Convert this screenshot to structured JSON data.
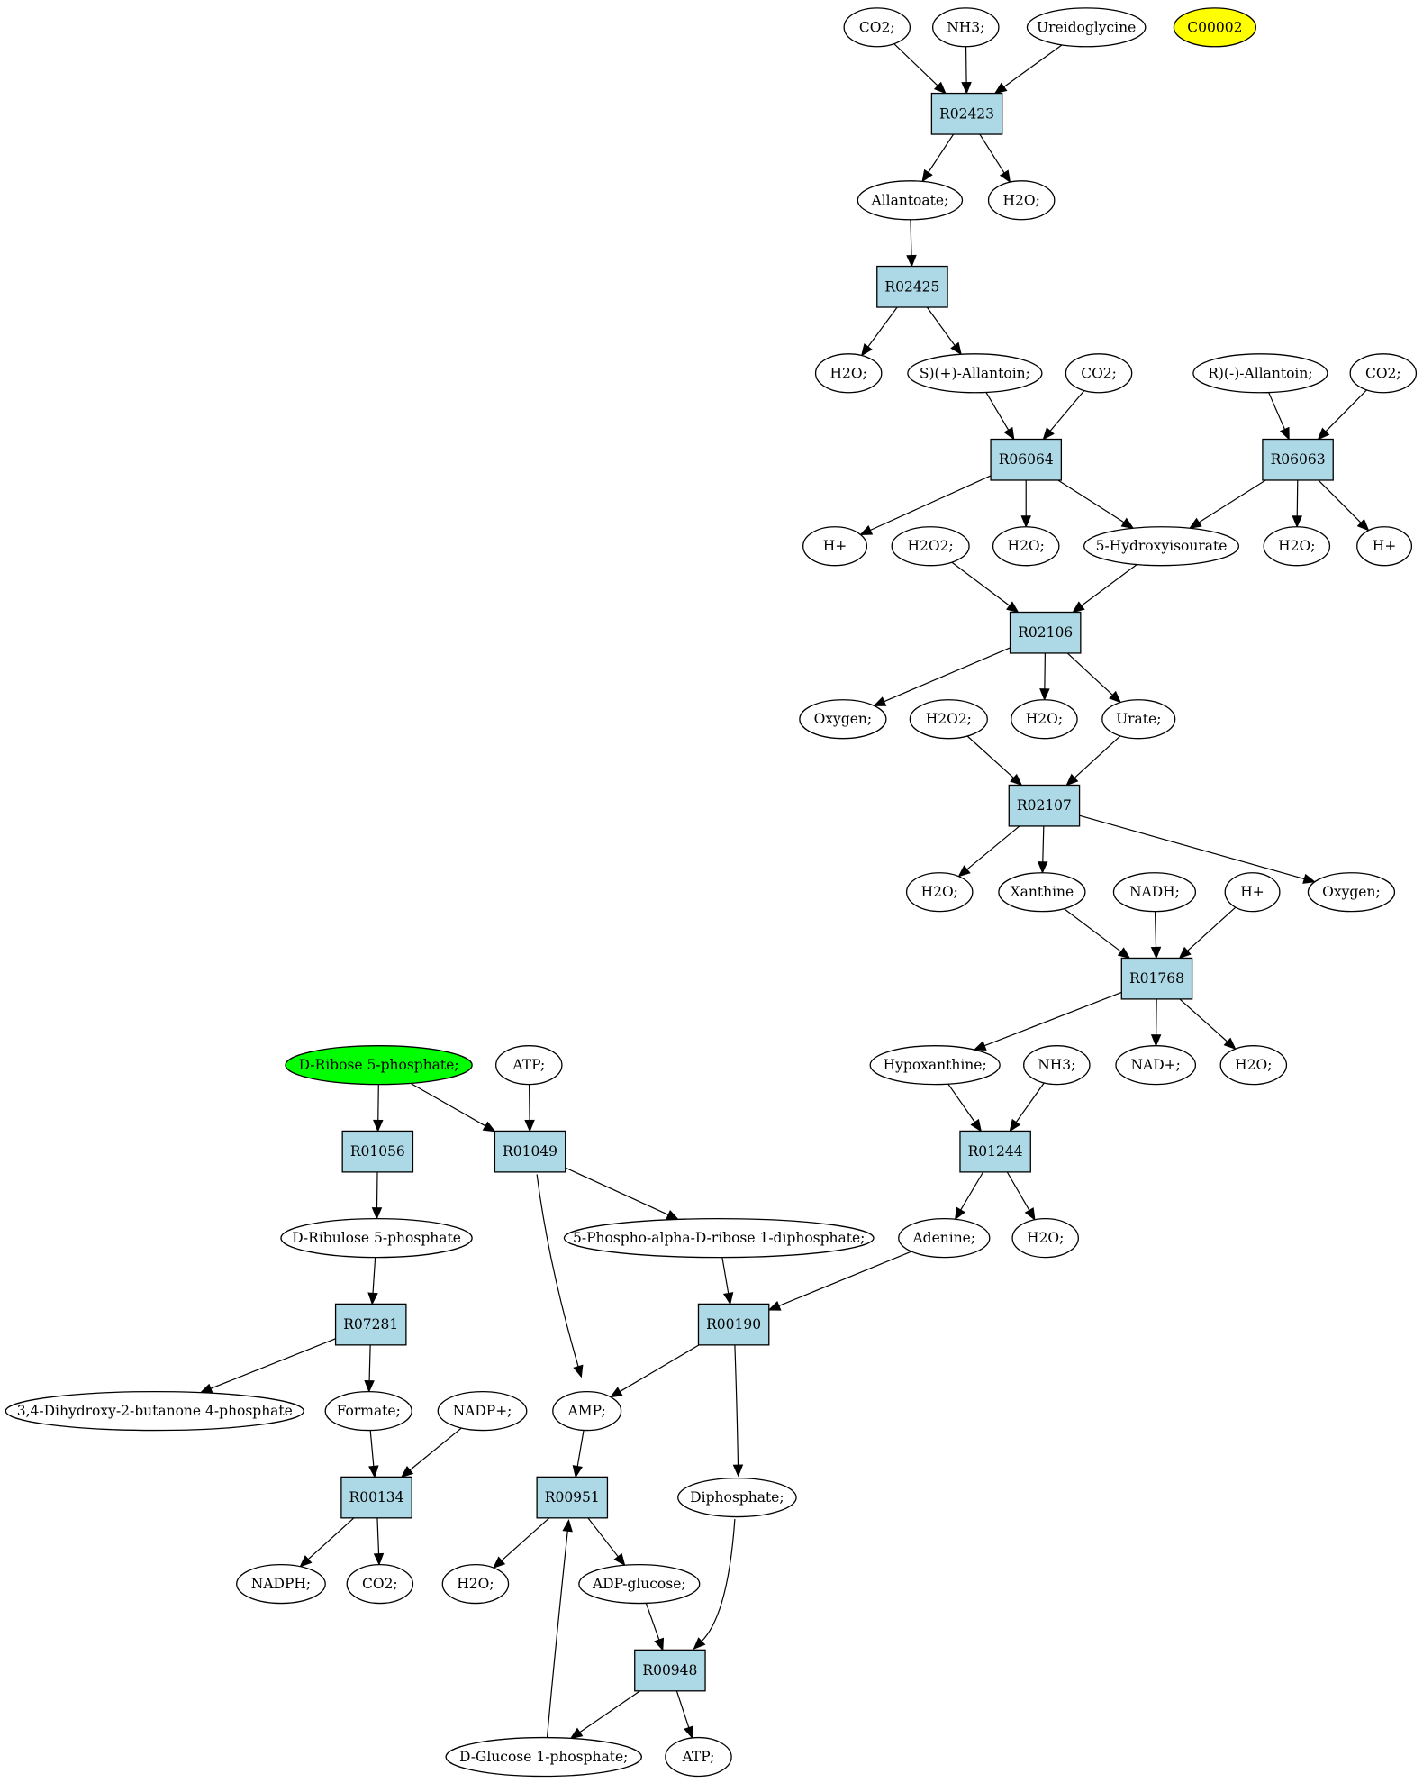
{
  "colors": {
    "reaction_fill": "#add8e6",
    "compound_fill": "#ffffff",
    "source_fill": "#00ff00",
    "target_fill": "#ffff00",
    "stroke": "#000000"
  },
  "nodes": {
    "c_co2_1": {
      "label": "CO2;",
      "kind": "compound"
    },
    "c_nh3_1": {
      "label": "NH3;",
      "kind": "compound"
    },
    "c_ureidoglycine": {
      "label": "Ureidoglycine",
      "kind": "compound"
    },
    "c_c00002": {
      "label": "C00002",
      "kind": "target"
    },
    "r_R02423": {
      "label": "R02423",
      "kind": "reaction"
    },
    "c_allantoate": {
      "label": "Allantoate;",
      "kind": "compound"
    },
    "c_h2o_1": {
      "label": "H2O;",
      "kind": "compound"
    },
    "r_R02425": {
      "label": "R02425",
      "kind": "reaction"
    },
    "c_h2o_2": {
      "label": "H2O;",
      "kind": "compound"
    },
    "c_s_allantoin": {
      "label": "S)(+)-Allantoin;",
      "kind": "compound"
    },
    "c_co2_2": {
      "label": "CO2;",
      "kind": "compound"
    },
    "c_r_allantoin": {
      "label": "R)(-)-Allantoin;",
      "kind": "compound"
    },
    "c_co2_3": {
      "label": "CO2;",
      "kind": "compound"
    },
    "r_R06064": {
      "label": "R06064",
      "kind": "reaction"
    },
    "r_R06063": {
      "label": "R06063",
      "kind": "reaction"
    },
    "c_hplus_1": {
      "label": "H+",
      "kind": "compound"
    },
    "c_h2o2_1": {
      "label": "H2O2;",
      "kind": "compound"
    },
    "c_h2o_3": {
      "label": "H2O;",
      "kind": "compound"
    },
    "c_hydroxyisourate": {
      "label": "5-Hydroxyisourate",
      "kind": "compound"
    },
    "c_h2o_4": {
      "label": "H2O;",
      "kind": "compound"
    },
    "c_hplus_2": {
      "label": "H+",
      "kind": "compound"
    },
    "r_R02106": {
      "label": "R02106",
      "kind": "reaction"
    },
    "c_oxygen_1": {
      "label": "Oxygen;",
      "kind": "compound"
    },
    "c_h2o2_2": {
      "label": "H2O2;",
      "kind": "compound"
    },
    "c_h2o_5": {
      "label": "H2O;",
      "kind": "compound"
    },
    "c_urate": {
      "label": "Urate;",
      "kind": "compound"
    },
    "r_R02107": {
      "label": "R02107",
      "kind": "reaction"
    },
    "c_h2o_6": {
      "label": "H2O;",
      "kind": "compound"
    },
    "c_xanthine": {
      "label": "Xanthine",
      "kind": "compound"
    },
    "c_nadh": {
      "label": "NADH;",
      "kind": "compound"
    },
    "c_hplus_3": {
      "label": "H+",
      "kind": "compound"
    },
    "c_oxygen_2": {
      "label": "Oxygen;",
      "kind": "compound"
    },
    "r_R01768": {
      "label": "R01768",
      "kind": "reaction"
    },
    "c_ribose5p": {
      "label": "D-Ribose 5-phosphate;",
      "kind": "source"
    },
    "c_atp_1": {
      "label": "ATP;",
      "kind": "compound"
    },
    "c_hypoxanthine": {
      "label": "Hypoxanthine;",
      "kind": "compound"
    },
    "c_nh3_2": {
      "label": "NH3;",
      "kind": "compound"
    },
    "c_nadplus": {
      "label": "NAD+;",
      "kind": "compound"
    },
    "c_h2o_7": {
      "label": "H2O;",
      "kind": "compound"
    },
    "r_R01056": {
      "label": "R01056",
      "kind": "reaction"
    },
    "r_R01049": {
      "label": "R01049",
      "kind": "reaction"
    },
    "r_R01244": {
      "label": "R01244",
      "kind": "reaction"
    },
    "c_ribulose5p": {
      "label": "D-Ribulose 5-phosphate",
      "kind": "compound"
    },
    "c_prpp": {
      "label": "5-Phospho-alpha-D-ribose 1-diphosphate;",
      "kind": "compound"
    },
    "c_adenine": {
      "label": "Adenine;",
      "kind": "compound"
    },
    "c_h2o_8": {
      "label": "H2O;",
      "kind": "compound"
    },
    "r_R07281": {
      "label": "R07281",
      "kind": "reaction"
    },
    "r_R00190": {
      "label": "R00190",
      "kind": "reaction"
    },
    "c_dhbp": {
      "label": "3,4-Dihydroxy-2-butanone 4-phosphate",
      "kind": "compound"
    },
    "c_formate": {
      "label": "Formate;",
      "kind": "compound"
    },
    "c_nadpplus": {
      "label": "NADP+;",
      "kind": "compound"
    },
    "c_amp": {
      "label": "AMP;",
      "kind": "compound"
    },
    "r_R00134": {
      "label": "R00134",
      "kind": "reaction"
    },
    "r_R00951": {
      "label": "R00951",
      "kind": "reaction"
    },
    "c_diphosphate": {
      "label": "Diphosphate;",
      "kind": "compound"
    },
    "c_nadph": {
      "label": "NADPH;",
      "kind": "compound"
    },
    "c_co2_4": {
      "label": "CO2;",
      "kind": "compound"
    },
    "c_h2o_9": {
      "label": "H2O;",
      "kind": "compound"
    },
    "c_adpglucose": {
      "label": "ADP-glucose;",
      "kind": "compound"
    },
    "r_R00948": {
      "label": "R00948",
      "kind": "reaction"
    },
    "c_glucose1p": {
      "label": "D-Glucose 1-phosphate;",
      "kind": "compound"
    },
    "c_atp_2": {
      "label": "ATP;",
      "kind": "compound"
    }
  },
  "edges": [
    [
      "c_co2_1",
      "r_R02423"
    ],
    [
      "c_nh3_1",
      "r_R02423"
    ],
    [
      "c_ureidoglycine",
      "r_R02423"
    ],
    [
      "r_R02423",
      "c_allantoate"
    ],
    [
      "r_R02423",
      "c_h2o_1"
    ],
    [
      "c_allantoate",
      "r_R02425"
    ],
    [
      "r_R02425",
      "c_h2o_2"
    ],
    [
      "r_R02425",
      "c_s_allantoin"
    ],
    [
      "c_s_allantoin",
      "r_R06064"
    ],
    [
      "c_co2_2",
      "r_R06064"
    ],
    [
      "c_r_allantoin",
      "r_R06063"
    ],
    [
      "c_co2_3",
      "r_R06063"
    ],
    [
      "r_R06064",
      "c_hplus_1"
    ],
    [
      "r_R06064",
      "c_h2o_3"
    ],
    [
      "r_R06064",
      "c_hydroxyisourate"
    ],
    [
      "r_R06063",
      "c_hydroxyisourate"
    ],
    [
      "r_R06063",
      "c_h2o_4"
    ],
    [
      "r_R06063",
      "c_hplus_2"
    ],
    [
      "c_h2o2_1",
      "r_R02106"
    ],
    [
      "c_hydroxyisourate",
      "r_R02106"
    ],
    [
      "r_R02106",
      "c_oxygen_1"
    ],
    [
      "r_R02106",
      "c_h2o_5"
    ],
    [
      "r_R02106",
      "c_urate"
    ],
    [
      "c_h2o2_2",
      "r_R02107"
    ],
    [
      "c_urate",
      "r_R02107"
    ],
    [
      "r_R02107",
      "c_h2o_6"
    ],
    [
      "r_R02107",
      "c_xanthine"
    ],
    [
      "r_R02107",
      "c_oxygen_2"
    ],
    [
      "c_xanthine",
      "r_R01768"
    ],
    [
      "c_nadh",
      "r_R01768"
    ],
    [
      "c_hplus_3",
      "r_R01768"
    ],
    [
      "r_R01768",
      "c_hypoxanthine"
    ],
    [
      "r_R01768",
      "c_nadplus"
    ],
    [
      "r_R01768",
      "c_h2o_7"
    ],
    [
      "c_hypoxanthine",
      "r_R01244"
    ],
    [
      "c_nh3_2",
      "r_R01244"
    ],
    [
      "r_R01244",
      "c_adenine"
    ],
    [
      "r_R01244",
      "c_h2o_8"
    ],
    [
      "c_ribose5p",
      "r_R01056"
    ],
    [
      "c_ribose5p",
      "r_R01049"
    ],
    [
      "c_atp_1",
      "r_R01049"
    ],
    [
      "r_R01056",
      "c_ribulose5p"
    ],
    [
      "r_R01049",
      "c_prpp"
    ],
    [
      "r_R01049",
      "c_amp"
    ],
    [
      "c_ribulose5p",
      "r_R07281"
    ],
    [
      "r_R07281",
      "c_dhbp"
    ],
    [
      "r_R07281",
      "c_formate"
    ],
    [
      "c_prpp",
      "r_R00190"
    ],
    [
      "c_adenine",
      "r_R00190"
    ],
    [
      "r_R00190",
      "c_amp"
    ],
    [
      "r_R00190",
      "c_diphosphate"
    ],
    [
      "c_formate",
      "r_R00134"
    ],
    [
      "c_nadpplus",
      "r_R00134"
    ],
    [
      "r_R00134",
      "c_nadph"
    ],
    [
      "r_R00134",
      "c_co2_4"
    ],
    [
      "c_amp",
      "r_R00951"
    ],
    [
      "r_R00951",
      "c_h2o_9"
    ],
    [
      "r_R00951",
      "c_adpglucose"
    ],
    [
      "c_adpglucose",
      "r_R00948"
    ],
    [
      "c_diphosphate",
      "r_R00948"
    ],
    [
      "r_R00948",
      "c_glucose1p"
    ],
    [
      "r_R00948",
      "c_atp_2"
    ],
    [
      "c_glucose1p",
      "r_R00951"
    ]
  ]
}
